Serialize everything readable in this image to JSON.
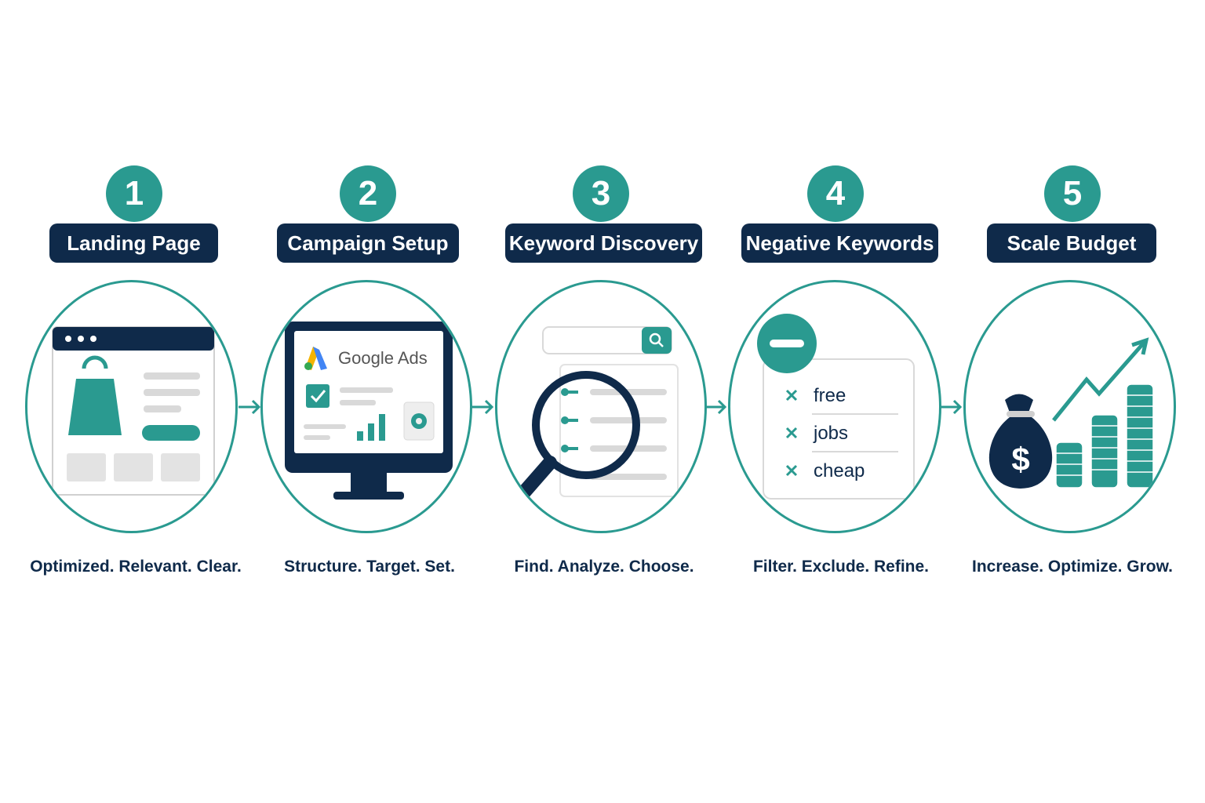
{
  "steps": [
    {
      "number": "1",
      "title": "Landing Page",
      "caption": "Optimized. Relevant. Clear."
    },
    {
      "number": "2",
      "title": "Campaign Setup",
      "caption": "Structure. Target. Set.",
      "brand_text": "Google Ads"
    },
    {
      "number": "3",
      "title": "Keyword Discovery",
      "caption": "Find. Analyze. Choose."
    },
    {
      "number": "4",
      "title": "Negative Keywords",
      "caption": "Filter. Exclude. Refine.",
      "excluded_keywords": [
        "free",
        "jobs",
        "cheap"
      ]
    },
    {
      "number": "5",
      "title": "Scale Budget",
      "caption": "Increase. Optimize. Grow.",
      "currency_symbol": "$"
    }
  ],
  "colors": {
    "teal": "#2a9a90",
    "navy": "#0f2a4a",
    "gray": "#d9d9d9"
  },
  "icons": [
    "browser-shop-icon",
    "monitor-ads-icon",
    "magnifier-keys-icon",
    "minus-list-icon",
    "money-growth-icon"
  ]
}
